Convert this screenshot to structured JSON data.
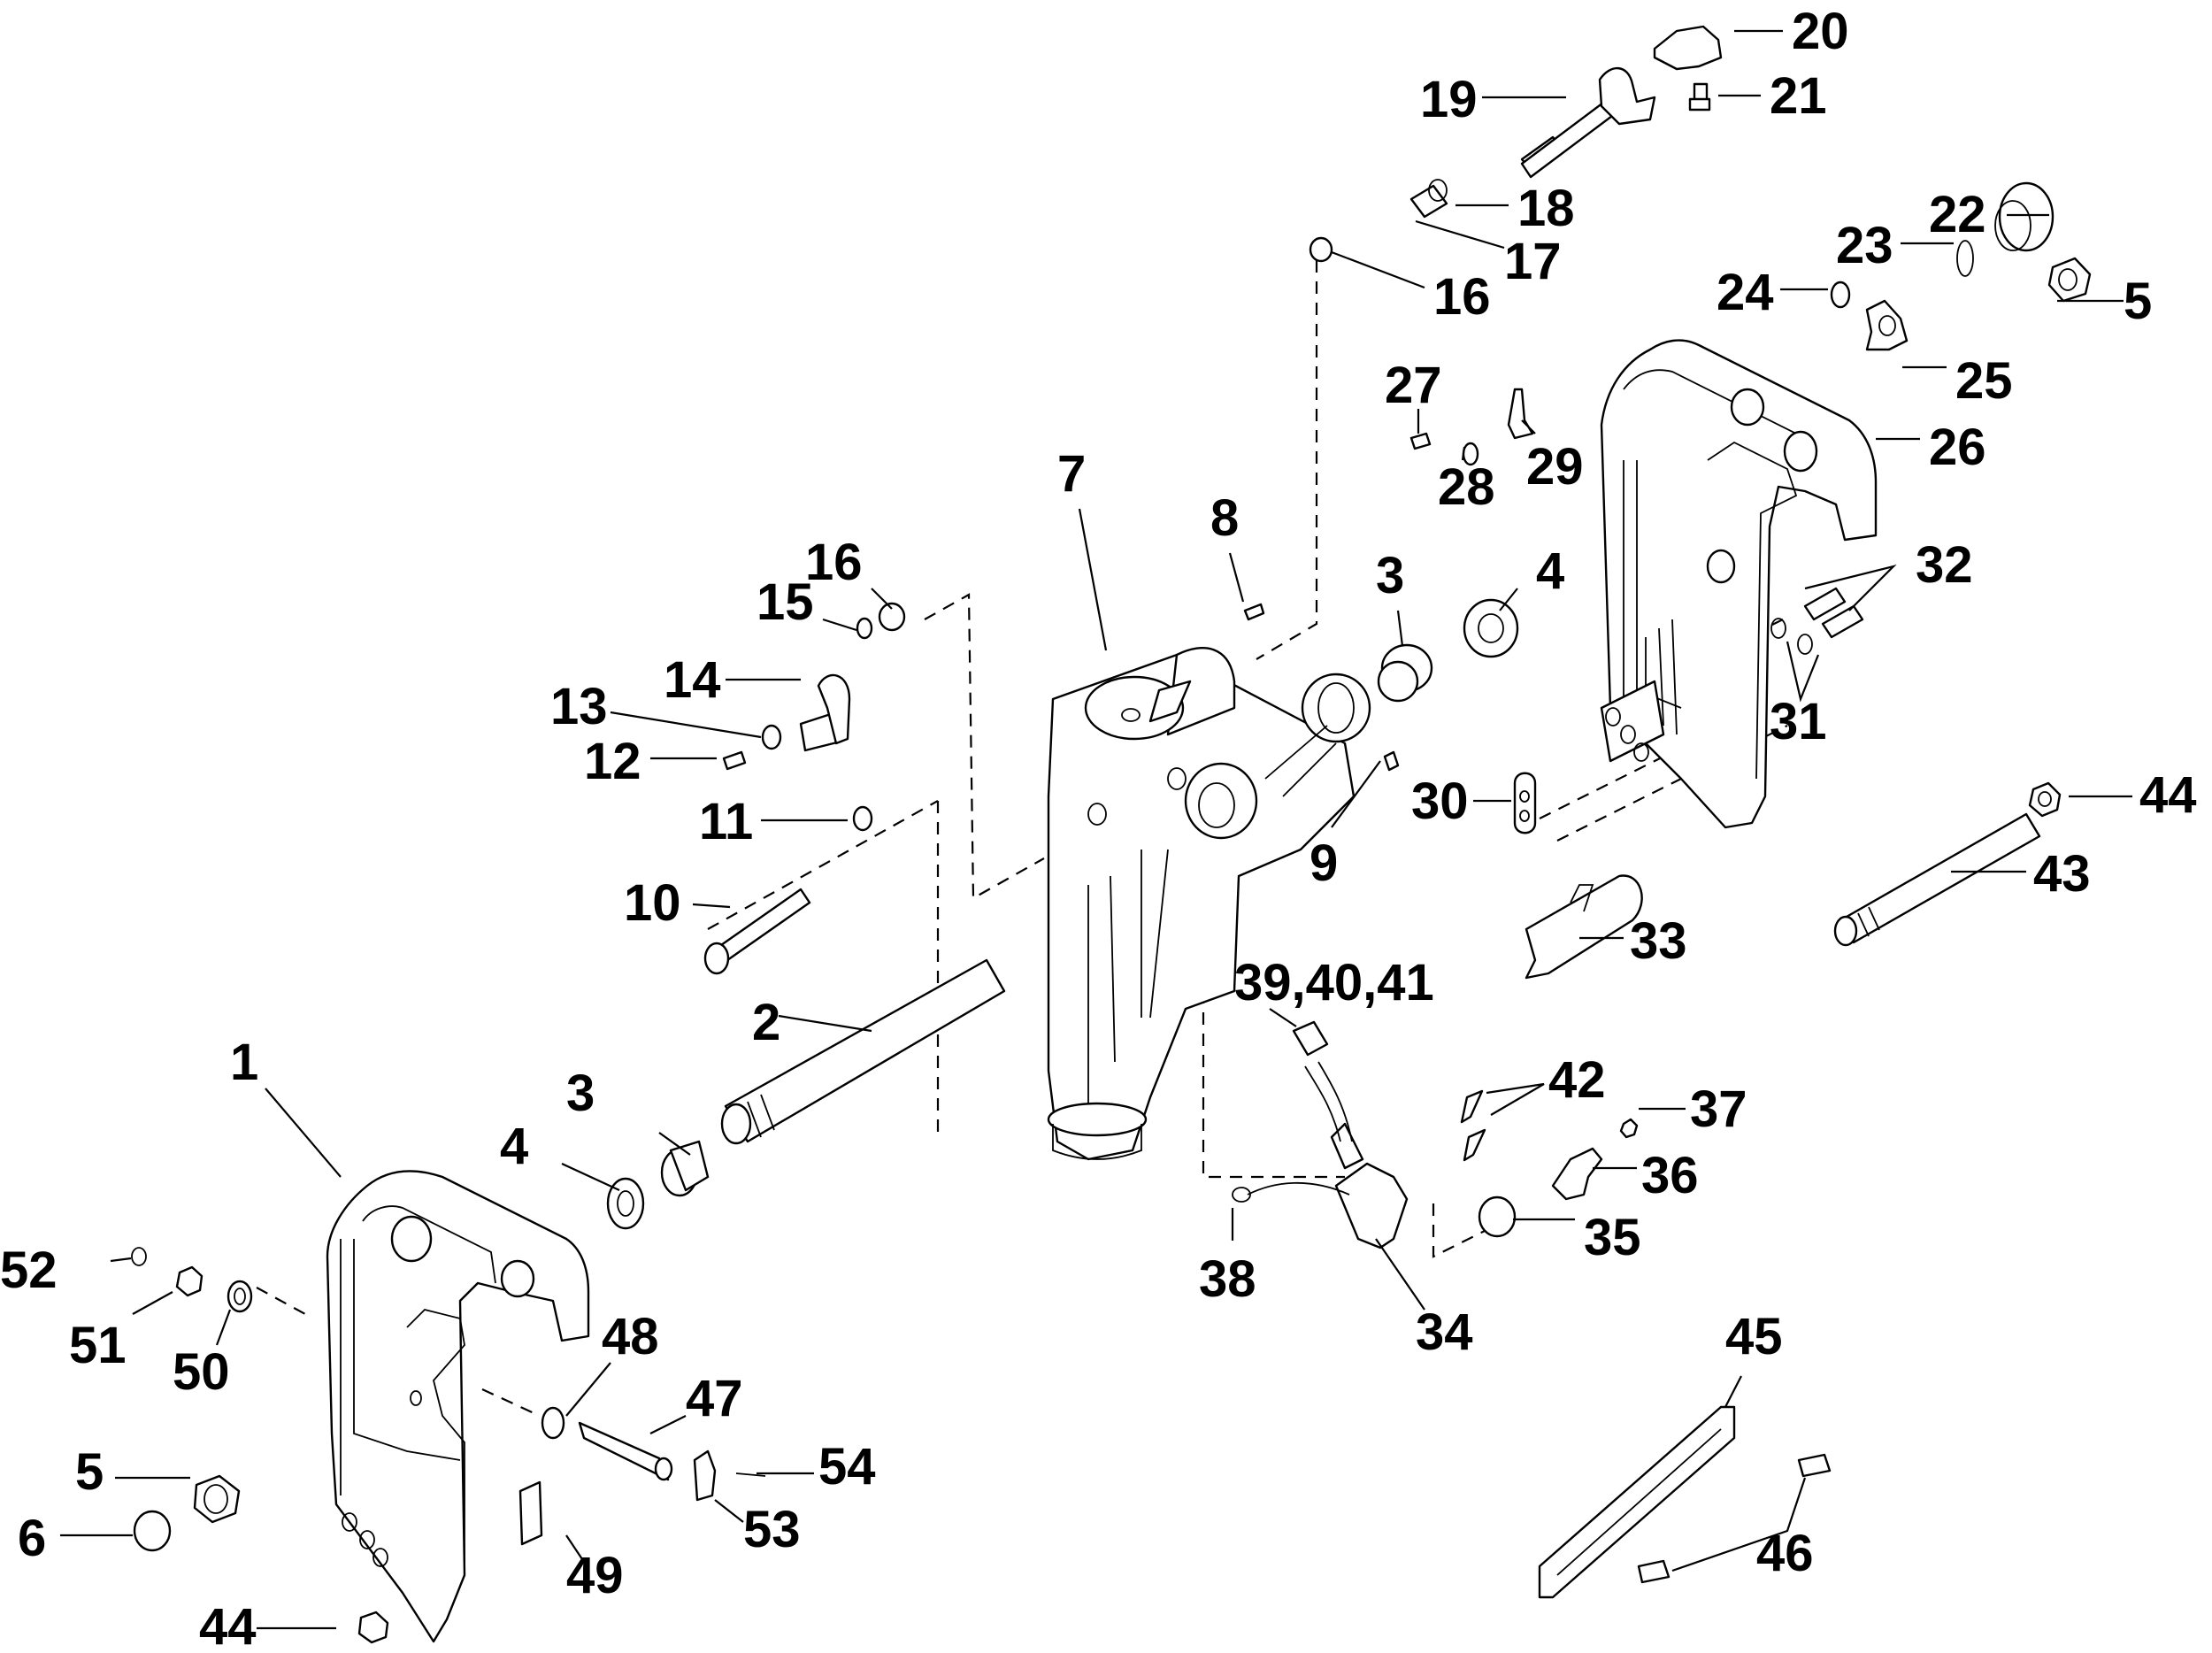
{
  "diagram": {
    "title": "Exploded parts diagram — clamp bracket / swivel bracket assembly",
    "ink_color": "#000000",
    "background_color": "#ffffff",
    "labels": [
      {
        "id": "l1",
        "text": "1"
      },
      {
        "id": "l2",
        "text": "2"
      },
      {
        "id": "l3a",
        "text": "3"
      },
      {
        "id": "l3b",
        "text": "3"
      },
      {
        "id": "l4a",
        "text": "4"
      },
      {
        "id": "l4b",
        "text": "4"
      },
      {
        "id": "l5a",
        "text": "5"
      },
      {
        "id": "l5b",
        "text": "5"
      },
      {
        "id": "l6",
        "text": "6"
      },
      {
        "id": "l7",
        "text": "7"
      },
      {
        "id": "l8",
        "text": "8"
      },
      {
        "id": "l9",
        "text": "9"
      },
      {
        "id": "l10",
        "text": "10"
      },
      {
        "id": "l11",
        "text": "11"
      },
      {
        "id": "l12",
        "text": "12"
      },
      {
        "id": "l13",
        "text": "13"
      },
      {
        "id": "l14",
        "text": "14"
      },
      {
        "id": "l15",
        "text": "15"
      },
      {
        "id": "l16a",
        "text": "16"
      },
      {
        "id": "l16b",
        "text": "16"
      },
      {
        "id": "l17",
        "text": "17"
      },
      {
        "id": "l18",
        "text": "18"
      },
      {
        "id": "l19",
        "text": "19"
      },
      {
        "id": "l20",
        "text": "20"
      },
      {
        "id": "l21",
        "text": "21"
      },
      {
        "id": "l22",
        "text": "22"
      },
      {
        "id": "l23",
        "text": "23"
      },
      {
        "id": "l24",
        "text": "24"
      },
      {
        "id": "l25",
        "text": "25"
      },
      {
        "id": "l26",
        "text": "26"
      },
      {
        "id": "l27",
        "text": "27"
      },
      {
        "id": "l28",
        "text": "28"
      },
      {
        "id": "l29",
        "text": "29"
      },
      {
        "id": "l30",
        "text": "30"
      },
      {
        "id": "l31",
        "text": "31"
      },
      {
        "id": "l32",
        "text": "32"
      },
      {
        "id": "l33",
        "text": "33"
      },
      {
        "id": "l34",
        "text": "34"
      },
      {
        "id": "l35",
        "text": "35"
      },
      {
        "id": "l36",
        "text": "36"
      },
      {
        "id": "l37",
        "text": "37"
      },
      {
        "id": "l38",
        "text": "38"
      },
      {
        "id": "l394041",
        "text": "39,40,41"
      },
      {
        "id": "l42",
        "text": "42"
      },
      {
        "id": "l43",
        "text": "43"
      },
      {
        "id": "l44a",
        "text": "44"
      },
      {
        "id": "l44b",
        "text": "44"
      },
      {
        "id": "l45",
        "text": "45"
      },
      {
        "id": "l46",
        "text": "46"
      },
      {
        "id": "l47",
        "text": "47"
      },
      {
        "id": "l48",
        "text": "48"
      },
      {
        "id": "l49",
        "text": "49"
      },
      {
        "id": "l50",
        "text": "50"
      },
      {
        "id": "l51",
        "text": "51"
      },
      {
        "id": "l52",
        "text": "52"
      },
      {
        "id": "l53",
        "text": "53"
      },
      {
        "id": "l54",
        "text": "54"
      }
    ]
  }
}
